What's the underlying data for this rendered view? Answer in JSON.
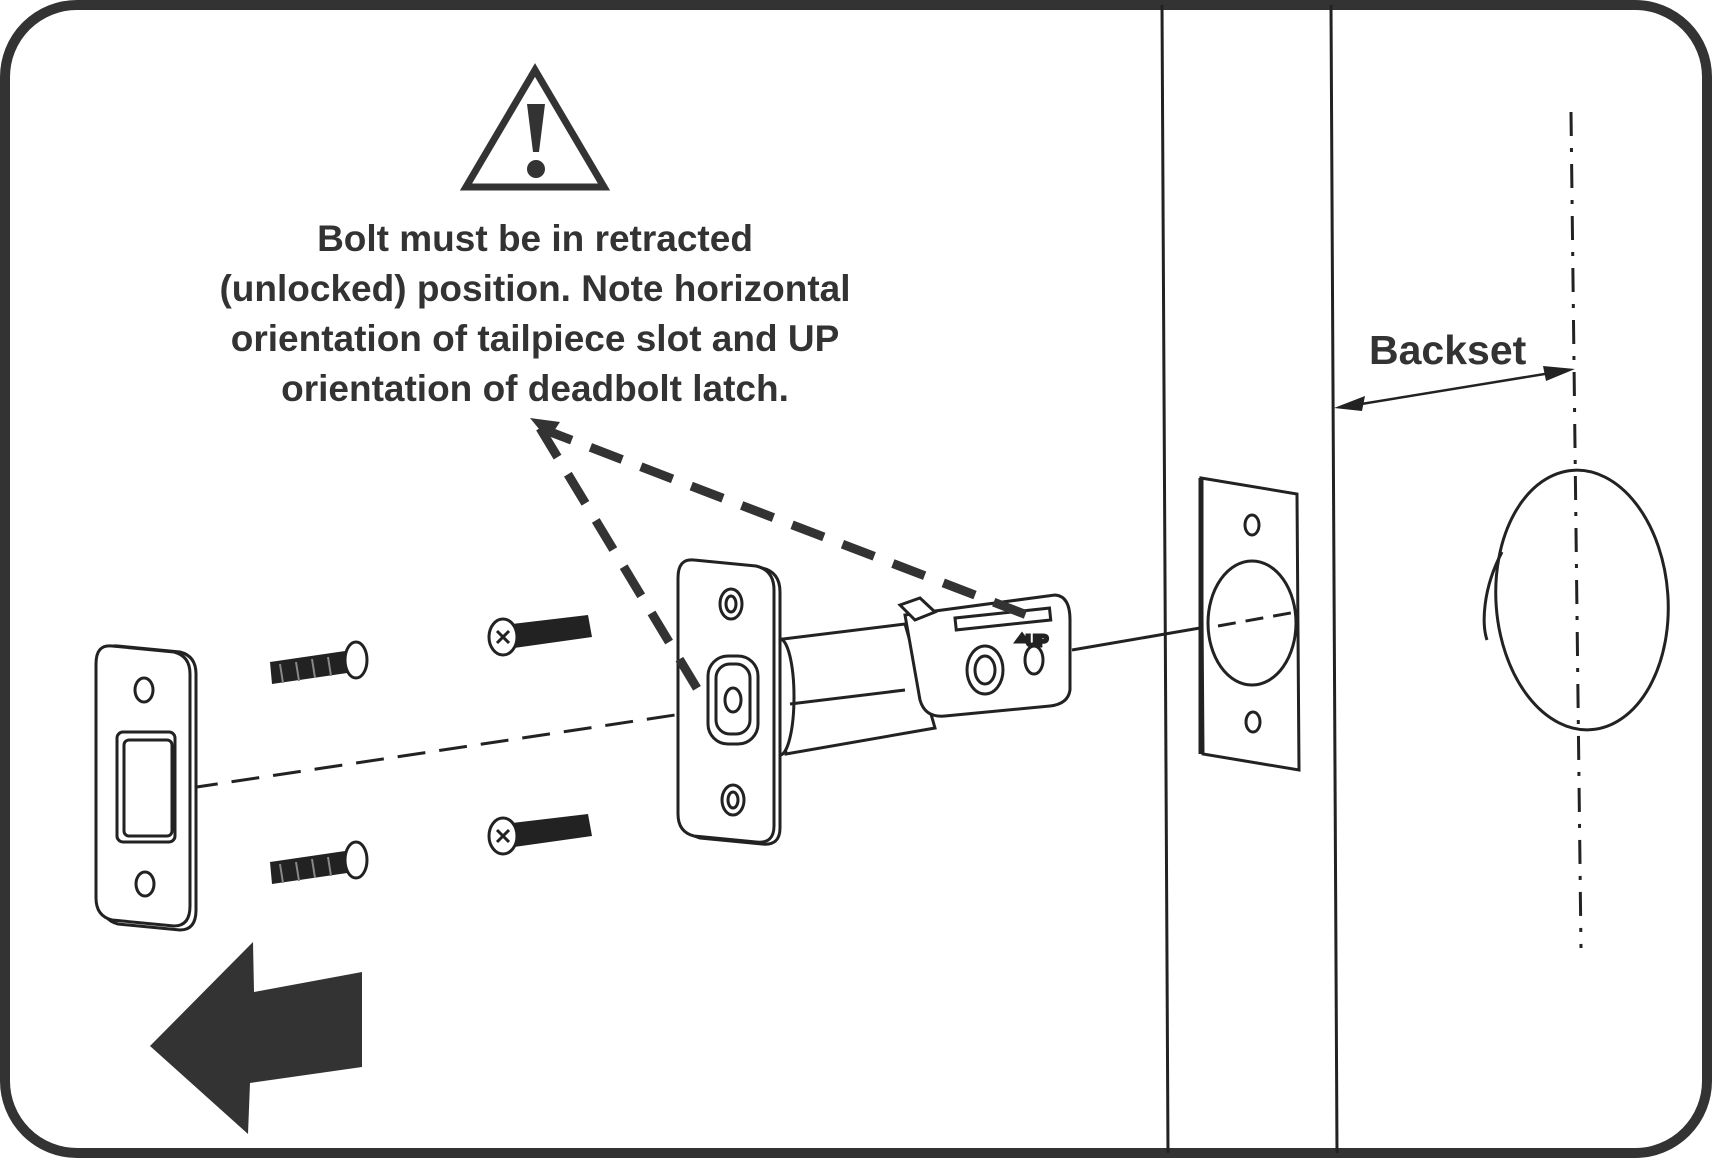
{
  "note": {
    "lines": [
      "Bolt must be in retracted",
      "(unlocked) position. Note horizontal",
      "orientation of tailpiece slot and UP",
      "orientation of deadbolt latch."
    ]
  },
  "labels": {
    "backset": "Backset",
    "latch_up": "UP"
  },
  "icons": {
    "warning": "warning-triangle-icon",
    "direction": "arrow-left-icon"
  },
  "colors": {
    "line": "#222222",
    "text": "#333333",
    "background": "#ffffff"
  }
}
